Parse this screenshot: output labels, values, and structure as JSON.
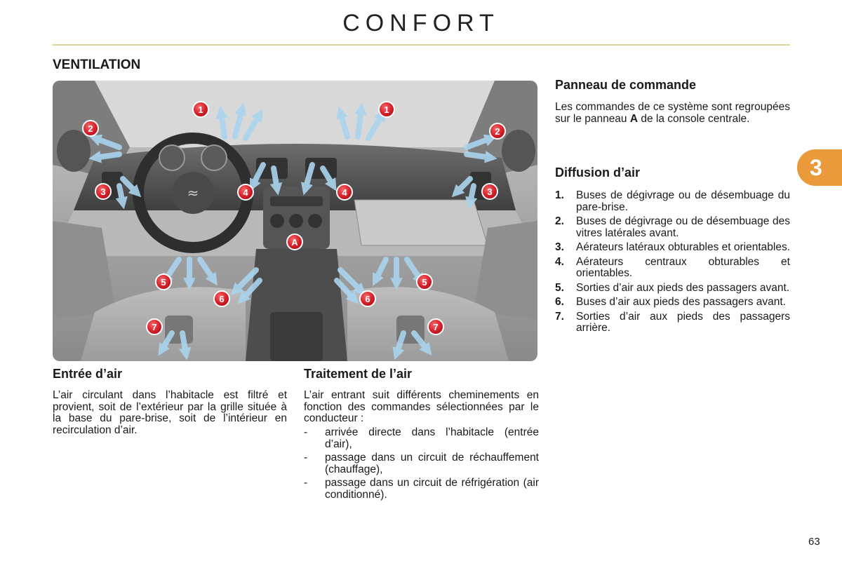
{
  "header": {
    "title": "CONFORT"
  },
  "section": {
    "title": "VENTILATION"
  },
  "illustration": {
    "markers": [
      "1",
      "1",
      "2",
      "2",
      "3",
      "3",
      "4",
      "4",
      "A",
      "5",
      "5",
      "6",
      "6",
      "7",
      "7"
    ],
    "colors": {
      "marker": "#d81f2a",
      "arrow": "#a9d4ee",
      "cabin": "#9a9a9a"
    }
  },
  "panel": {
    "title": "Panneau de commande",
    "text_before": "Les commandes de ce système sont regroupées sur le panneau ",
    "bold": "A",
    "text_after": " de la console centrale."
  },
  "diffusion": {
    "title": "Diffusion d’air",
    "items": [
      {
        "num": "1.",
        "text": "Buses de dégivrage ou de désembuage du pare-brise."
      },
      {
        "num": "2.",
        "text": "Buses de dégivrage ou de désembuage des vitres latérales avant."
      },
      {
        "num": "3.",
        "text": "Aérateurs latéraux obturables et orientables."
      },
      {
        "num": "4.",
        "text": "Aérateurs centraux obturables et orientables."
      },
      {
        "num": "5.",
        "text": "Sorties d’air aux pieds des passagers avant."
      },
      {
        "num": "6.",
        "text": "Buses d’air aux pieds des passagers avant."
      },
      {
        "num": "7.",
        "text": "Sorties d’air aux pieds des passagers arrière."
      }
    ]
  },
  "intake": {
    "title": "Entrée d’air",
    "text": "L’air circulant dans l’habitacle est filtré et provient, soit de l’extérieur par la grille située à la base du pare-brise, soit de l’intérieur en recirculation d’air."
  },
  "treatment": {
    "title": "Traitement de l’air",
    "intro": "L’air entrant suit différents cheminements en fonction des commandes sélectionnées par le conducteur :",
    "items": [
      {
        "marker": "-",
        "text": "arrivée directe dans l’habitacle (entrée d’air),"
      },
      {
        "marker": "-",
        "text": "passage dans un circuit de réchauffement (chauffage),"
      },
      {
        "marker": "-",
        "text": "passage dans un circuit de réfrigération (air conditionné)."
      }
    ]
  },
  "chapter_tab": "3",
  "page_number": "63"
}
